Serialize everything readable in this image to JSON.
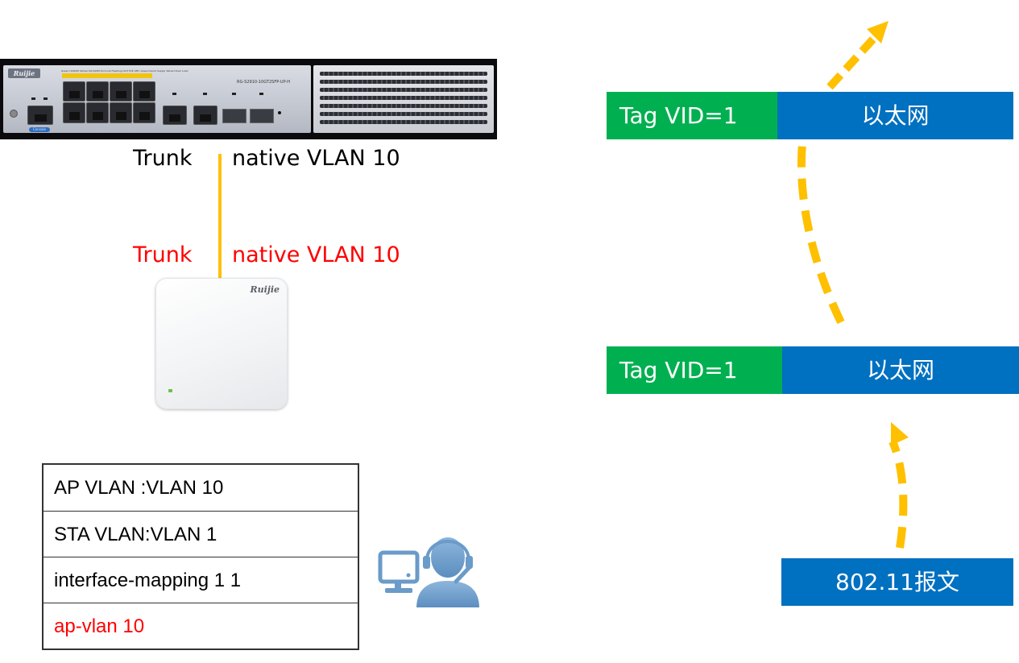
{
  "switch": {
    "brand": "Ruijie",
    "model": "RG-S2910-10GT2SFP-UP-H",
    "led_legend": "Green=1000M  Yellow=10/100M  On=Link  Flashing=ACT  PoE LED: Green=Good Supply  Yellow=Over Load",
    "port_labels": [
      "Status",
      "PoE",
      "PoE",
      "Console",
      "2",
      "8",
      "SFP",
      "Reset"
    ]
  },
  "switch_port_label": {
    "mode": "Trunk",
    "native_vlan": "native VLAN 10"
  },
  "ap_port_label": {
    "mode": "Trunk",
    "native_vlan": "native VLAN 10"
  },
  "ap": {
    "brand": "Ruijie"
  },
  "config_table": {
    "rows": [
      {
        "text": "AP VLAN :VLAN 10",
        "highlight": false
      },
      {
        "text": "STA VLAN:VLAN 1",
        "highlight": false
      },
      {
        "text": "interface-mapping 1 1",
        "highlight": false
      },
      {
        "text": "ap-vlan 10",
        "highlight": true
      }
    ]
  },
  "frames": {
    "top": {
      "tag": "Tag VID=1",
      "payload": "以太网"
    },
    "middle": {
      "tag": "Tag VID=1",
      "payload": "以太网"
    },
    "source": {
      "label": "802.11报文"
    }
  },
  "icons": {
    "user": "operator-with-headset-and-monitor-icon",
    "flow_arrows": "dashed-arrow-icon"
  },
  "colors": {
    "tag_green": "#00b050",
    "ethernet_blue": "#0070c0",
    "arrow_yellow": "#ffc000",
    "highlight_red": "#ff0000",
    "user_icon_blue": "#6a9bc9"
  }
}
